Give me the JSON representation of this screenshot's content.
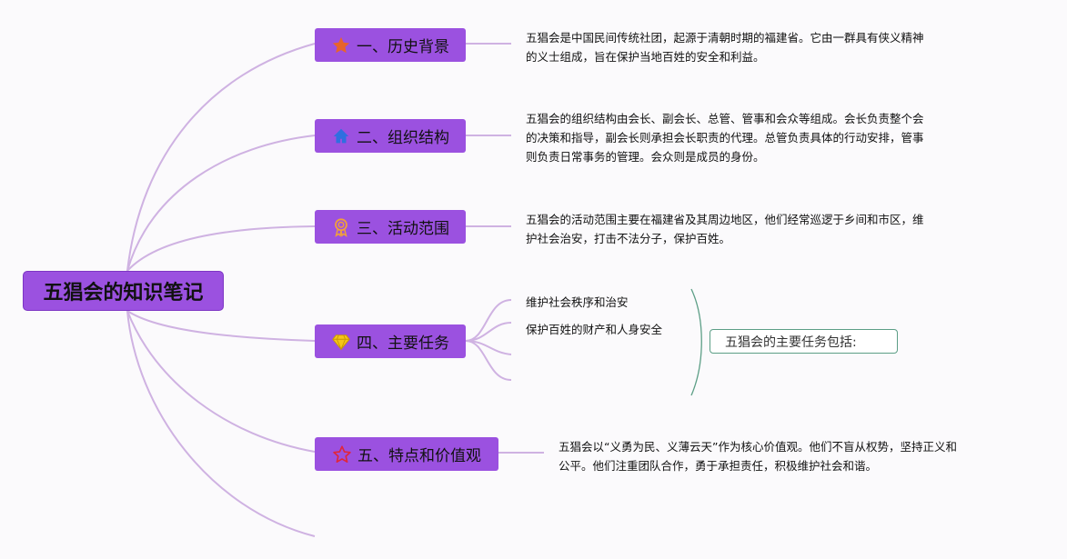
{
  "root": {
    "title": "五猖会的知识笔记"
  },
  "branches": [
    {
      "label": "一、历史背景",
      "icon": "orange-star-icon",
      "desc_lines": [
        "五猖会是中国民间传统社团，起源于清朝时期的福建省。它由一群具有侠义精神",
        "的义士组成，旨在保护当地百姓的安全和利益。"
      ]
    },
    {
      "label": "二、组织结构",
      "icon": "blue-house-icon",
      "desc_lines": [
        "五猖会的组织结构由会长、副会长、总管、管事和会众等组成。会长负责整个会",
        "的决策和指导，副会长则承担会长职责的代理。总管负责具体的行动安排，管事",
        "则负责日常事务的管理。会众则是成员的身份。"
      ]
    },
    {
      "label": "三、活动范围",
      "icon": "award-medal-icon",
      "desc_lines": [
        "五猖会的活动范围主要在福建省及其周边地区，他们经常巡逻于乡间和市区，维",
        "护社会治安，打击不法分子，保护百姓。"
      ]
    },
    {
      "label": "四、主要任务",
      "icon": "yellow-diamond-icon",
      "items": [
        "维护社会秩序和治安",
        "保护百姓的财产和人身安全"
      ],
      "summary": "五猖会的主要任务包括:"
    },
    {
      "label": "五、特点和价值观",
      "icon": "red-star-outline-icon",
      "desc_lines": [
        "五猖会以“义勇为民、义薄云天”作为核心价值观。他们不盲从权势，坚持正义和",
        "公平。他们注重团队合作，勇于承担责任，积极维护社会和谐。"
      ]
    }
  ],
  "colors": {
    "node_fill": "#9b51e0",
    "connector": "#c9a8dc",
    "summary_border": "#5c9e86"
  }
}
